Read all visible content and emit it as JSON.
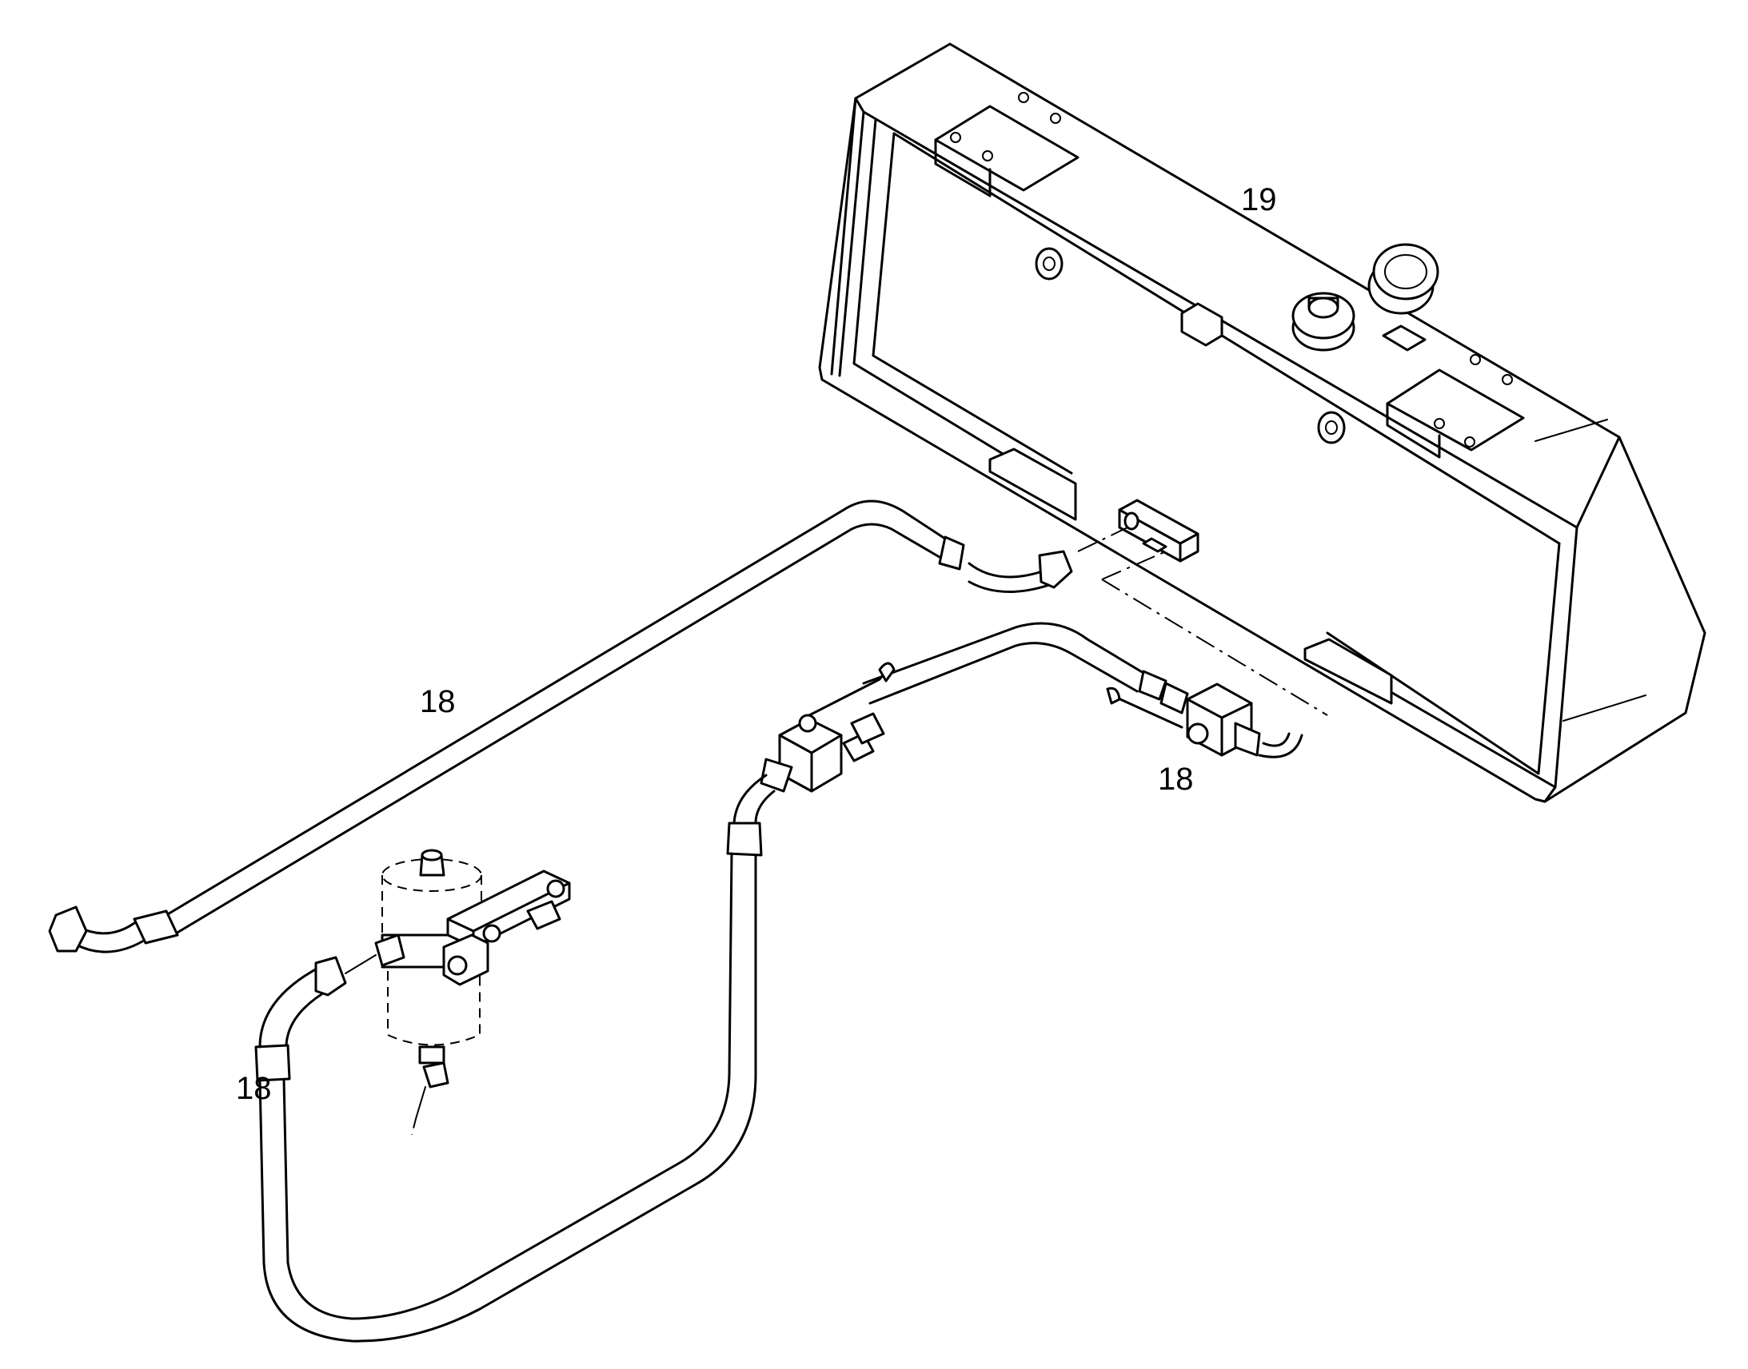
{
  "callouts": {
    "tank": "19",
    "hose_main": "18",
    "hose_valve": "18",
    "hose_filter": "18"
  },
  "colors": {
    "line": "#000000",
    "background": "#ffffff"
  }
}
